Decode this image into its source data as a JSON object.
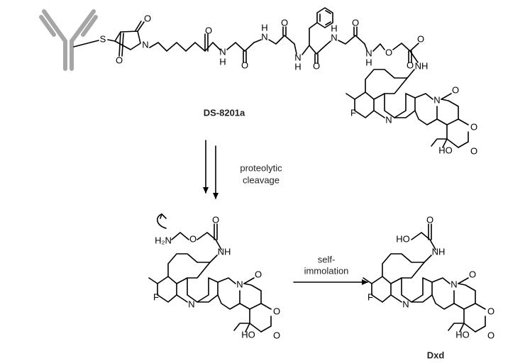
{
  "colors": {
    "antibody": "#a6a6a6",
    "bond": "#000000",
    "text": "#222222",
    "background": "#ffffff"
  },
  "labels": {
    "adc_name": "DS-8201a",
    "step1_line1": "proteolytic",
    "step1_line2": "cleavage",
    "step2_line1": "self-",
    "step2_line2": "immolation",
    "payload_name": "Dxd"
  },
  "atoms": {
    "S": "S",
    "O": "O",
    "N": "N",
    "H": "H",
    "NH": "NH",
    "F": "F",
    "HO": "HO",
    "H2N": "H₂N"
  }
}
